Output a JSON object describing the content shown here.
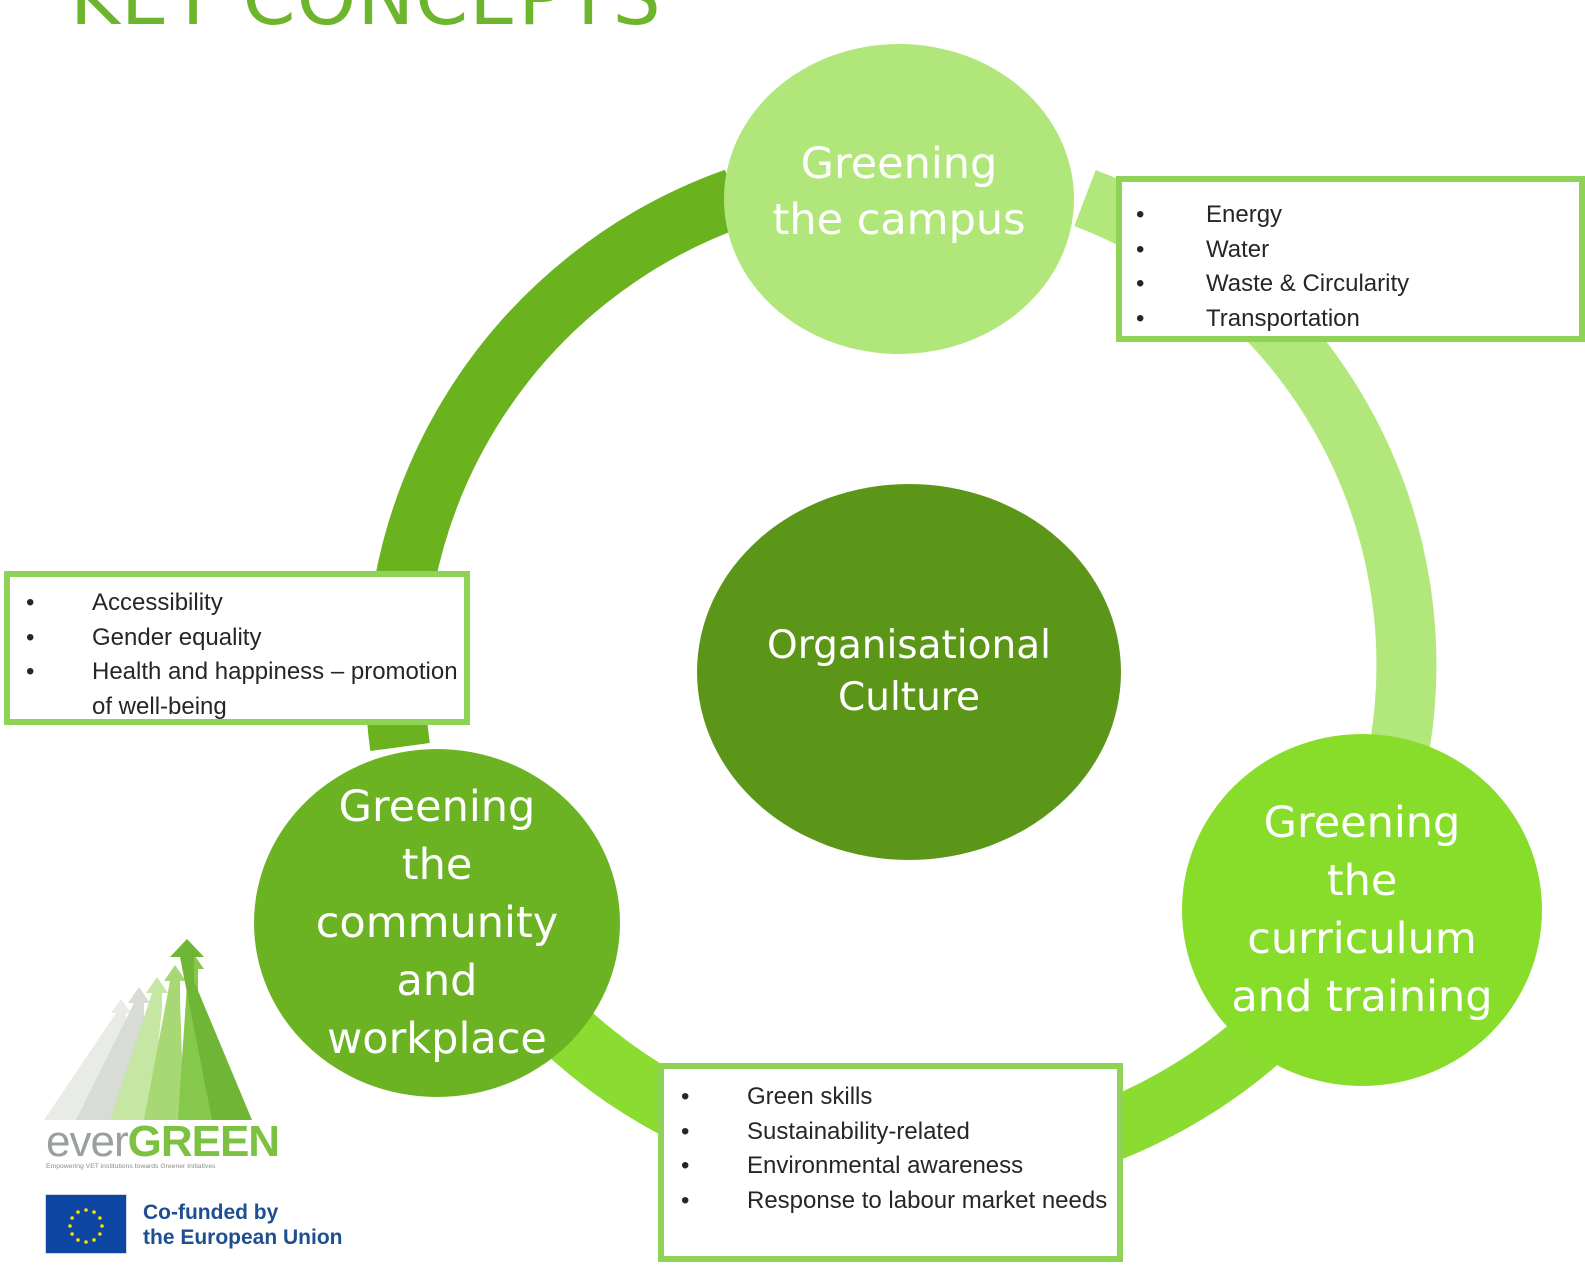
{
  "title": "KEY CONCEPTS",
  "nodes": {
    "campus": "Greening the campus",
    "culture": "Organisational Culture",
    "community": "Greening the community and workplace",
    "curriculum": "Greening the curriculum and training"
  },
  "boxes": {
    "campus": [
      "Energy",
      "Water",
      "Waste & Circularity",
      "Transportation"
    ],
    "community": [
      "Accessibility",
      "Gender equality",
      "Health and happiness – promotion of well-being"
    ],
    "curriculum": [
      "Green skills",
      "Sustainability-related",
      "Environmental awareness",
      "Response to labour market needs"
    ]
  },
  "bullet": "•",
  "logo": {
    "word_ever": "ever",
    "word_green": "GREEN",
    "tagline": "Empowering VET institutions towards Greener Initiatives"
  },
  "eu": {
    "line1": "Co-funded by",
    "line2": "the European Union"
  },
  "colors": {
    "title": "#6cb52c",
    "campus": "#b1e77a",
    "culture": "#5c9618",
    "community": "#6cb324",
    "curriculum": "#88dc2a",
    "box_border": "#8ed355",
    "eu_blue": "#0e47a3",
    "eu_text": "#1d4f91"
  }
}
